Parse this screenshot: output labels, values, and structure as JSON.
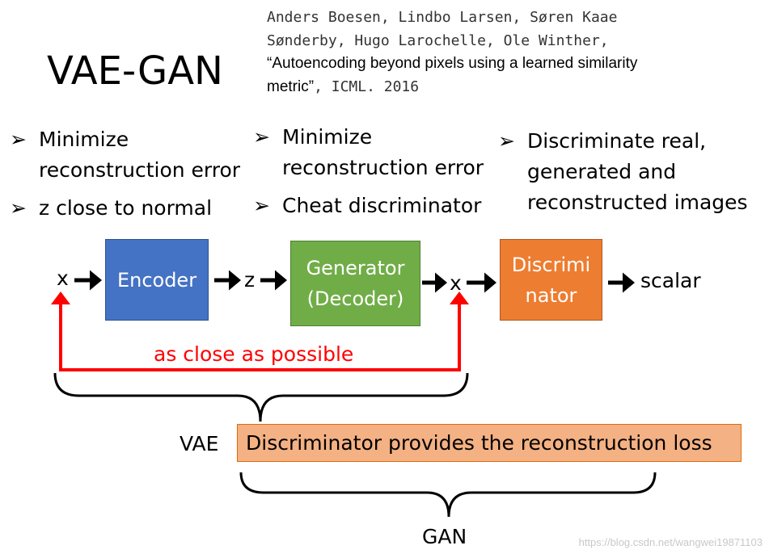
{
  "title": "VAE-GAN",
  "reference": {
    "line1": "Anders Boesen, Lindbo Larsen, Søren Kaae",
    "line2": "Sønderby, Hugo Larochelle, Ole Winther,",
    "line3": "“Autoencoding beyond pixels using a learned similarity",
    "line4_a": "metric”",
    "line4_b": ", ICML. 2016"
  },
  "bullets": {
    "encoder": [
      {
        "lines": [
          "Minimize",
          "reconstruction error"
        ]
      },
      {
        "lines": [
          "z close to normal"
        ]
      }
    ],
    "generator": [
      {
        "lines": [
          "Minimize",
          "reconstruction error"
        ]
      },
      {
        "lines": [
          "Cheat discriminator"
        ]
      }
    ],
    "discriminator": [
      {
        "lines": [
          "Discriminate real,",
          "generated and",
          "reconstructed images"
        ]
      }
    ],
    "marker": "➢"
  },
  "flow": {
    "x_input": "x",
    "encoder_label": "Encoder",
    "z_label": "z",
    "generator_line1": "Generator",
    "generator_line2": "(Decoder)",
    "x_output": "x",
    "discriminator_line1": "Discrimi",
    "discriminator_line2": "nator",
    "scalar_label": "scalar"
  },
  "close_label": "as close as possible",
  "vae_label": "VAE",
  "recon_loss": "Discriminator provides the reconstruction loss",
  "gan_label": "GAN",
  "watermark": "https://blog.csdn.net/wangwei19871103",
  "colors": {
    "encoder": "#4472c4",
    "generator": "#70ad47",
    "discriminator": "#ed7d31",
    "recon_box": "#f4b183",
    "close_arrow": "#ff0000"
  }
}
